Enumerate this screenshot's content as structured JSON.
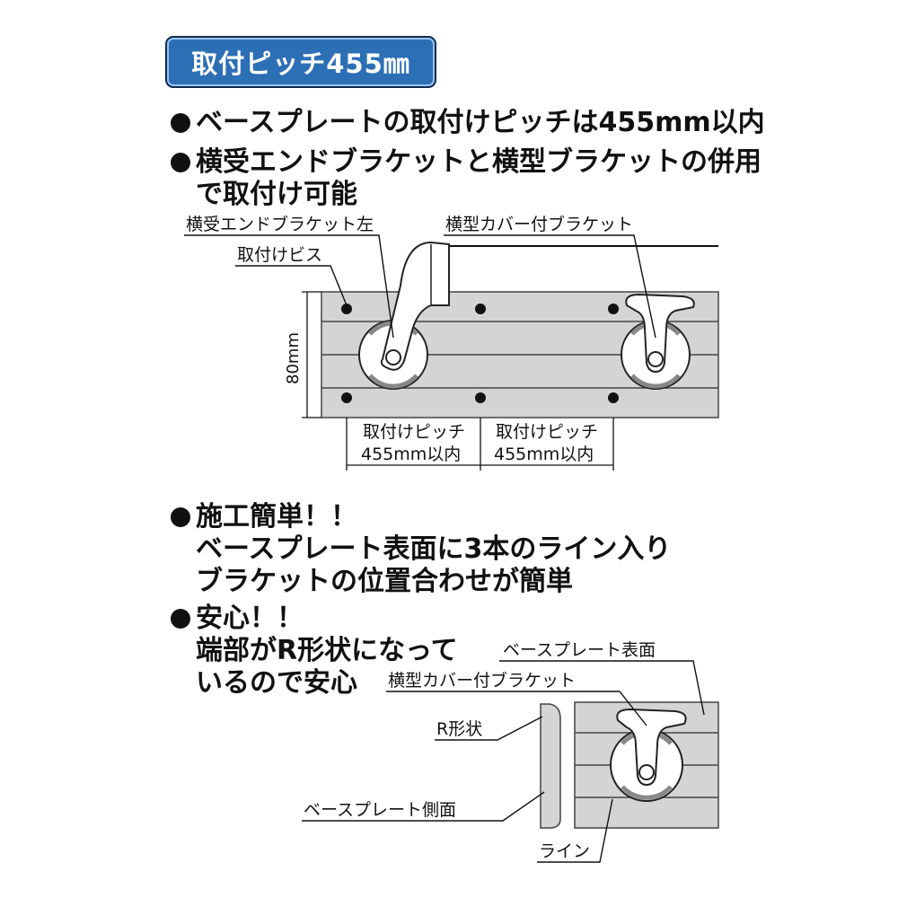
{
  "badge": {
    "text": "取付ピッチ455㎜"
  },
  "bullets": [
    {
      "lines": [
        "ベースプレートの取付けピッチは455mm以内"
      ]
    },
    {
      "lines": [
        "横受エンドブラケットと横型ブラケットの併用",
        "で取付け可能"
      ]
    },
    {
      "lines": [
        "施工簡単！！",
        "ベースプレート表面に3本のライン入り",
        "ブラケットの位置合わせが簡単"
      ]
    },
    {
      "lines": [
        "安心！！",
        "端部がR形状になって",
        "いるので安心"
      ]
    }
  ],
  "diagram1": {
    "label_end_bracket": "横受エンドブラケット左",
    "label_screw": "取付けビス",
    "label_cover_bracket": "横型カバー付ブラケット",
    "label_height": "80mm",
    "pitch_1_line1": "取付けピッチ",
    "pitch_1_line2": "455mm以内",
    "pitch_2_line1": "取付けピッチ",
    "pitch_2_line2": "455mm以内"
  },
  "diagram2": {
    "label_surface": "ベースプレート表面",
    "label_cover_bracket": "横型カバー付ブラケット",
    "label_r_shape": "R形状",
    "label_side": "ベースプレート側面",
    "label_line": "ライン"
  },
  "colors": {
    "badge_bg": "#2d6fb5",
    "plate": "#d4d4d4",
    "plate_light": "#e6e6e6"
  }
}
